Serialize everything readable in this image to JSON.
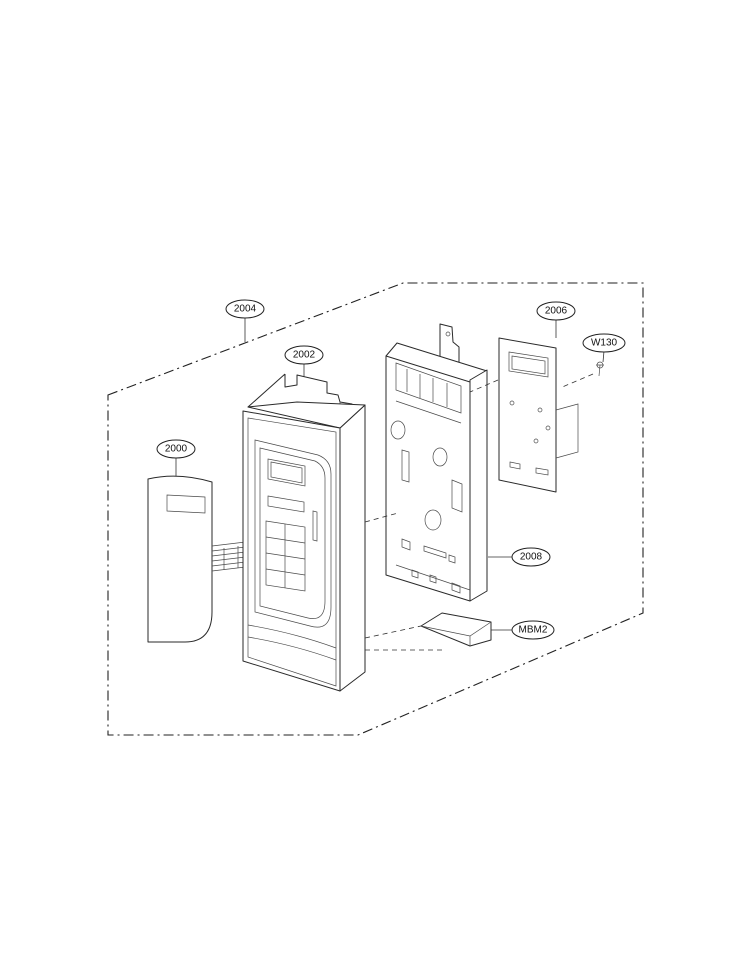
{
  "parts": [
    {
      "id": "callout-2004",
      "label": "2004"
    },
    {
      "id": "callout-2002",
      "label": "2002"
    },
    {
      "id": "callout-2000",
      "label": "2000"
    },
    {
      "id": "callout-2006",
      "label": "2006"
    },
    {
      "id": "callout-w130",
      "label": "W130"
    },
    {
      "id": "callout-2008",
      "label": "2008"
    },
    {
      "id": "callout-mbm2",
      "label": "MBM2"
    }
  ]
}
